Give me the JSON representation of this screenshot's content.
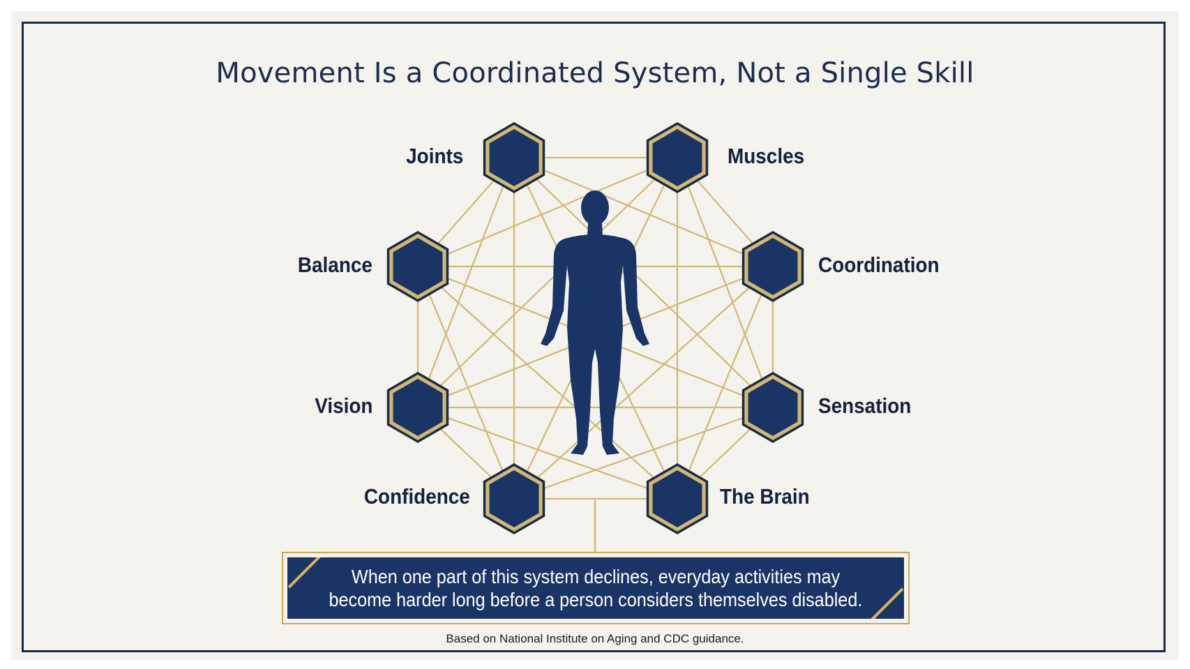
{
  "title": "Movement Is a Coordinated System, Not a Single Skill",
  "nodes": {
    "joints": "Joints",
    "muscles": "Muscles",
    "balance": "Balance",
    "coordination": "Coordination",
    "vision": "Vision",
    "sensation": "Sensation",
    "confidence": "Confidence",
    "the_brain": "The Brain"
  },
  "callout": {
    "line1": "When one part of this system declines, everyday activities may",
    "line2": "become harder long before a person considers themselves disabled."
  },
  "source": "Based on National Institute on Aging and CDC guidance.",
  "colors": {
    "navy": "#1a3565",
    "title_text": "#1b2c4c",
    "gold": "#c9a860",
    "background": "#f4f3ee",
    "border": "#172a47"
  },
  "icons": [
    "human-figure-icon",
    "hexagon-node-icon"
  ]
}
